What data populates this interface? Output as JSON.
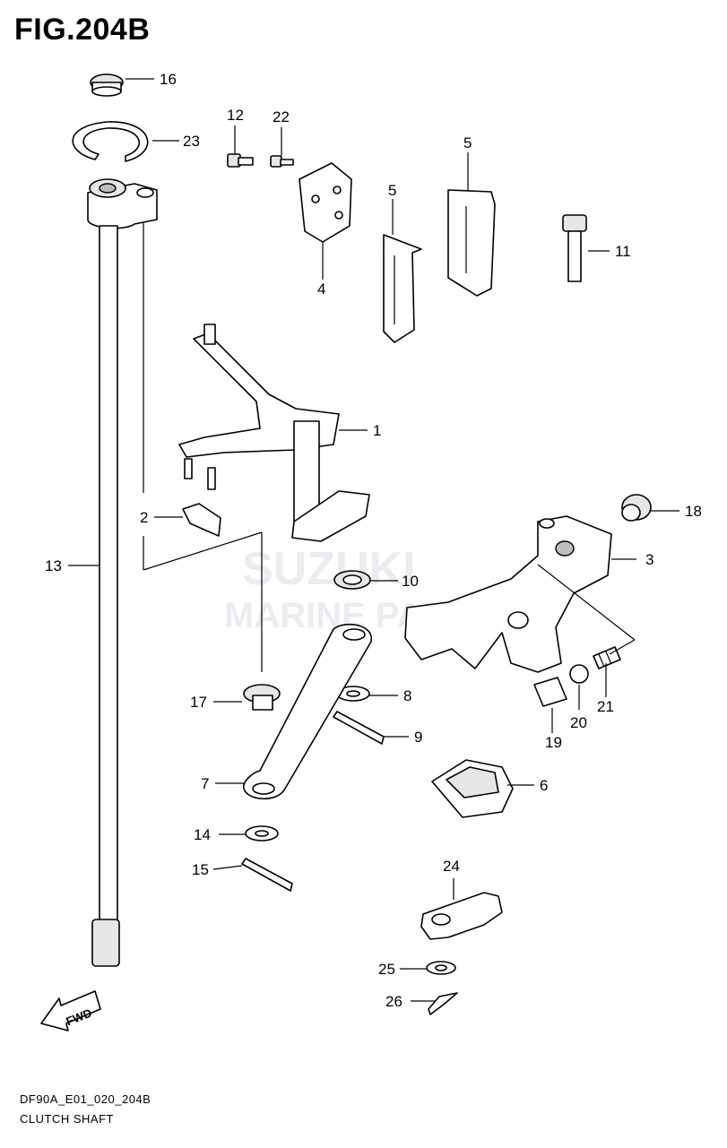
{
  "title": "FIG.204B",
  "footer": {
    "code": "DF90A_E01_020_204B",
    "name": "CLUTCH SHAFT"
  },
  "watermark": {
    "line1": "SUZUKI",
    "line2": "MARINE PARTS"
  },
  "fwd_label": "FWD",
  "callouts": {
    "c1": "1",
    "c2": "2",
    "c3": "3",
    "c4": "4",
    "c5a": "5",
    "c5b": "5",
    "c6": "6",
    "c7": "7",
    "c8": "8",
    "c9": "9",
    "c10": "10",
    "c11": "11",
    "c12": "12",
    "c13": "13",
    "c14": "14",
    "c15": "15",
    "c16": "16",
    "c17": "17",
    "c18": "18",
    "c19": "19",
    "c20": "20",
    "c21": "21",
    "c22": "22",
    "c23": "23",
    "c24": "24",
    "c25": "25",
    "c26": "26"
  }
}
